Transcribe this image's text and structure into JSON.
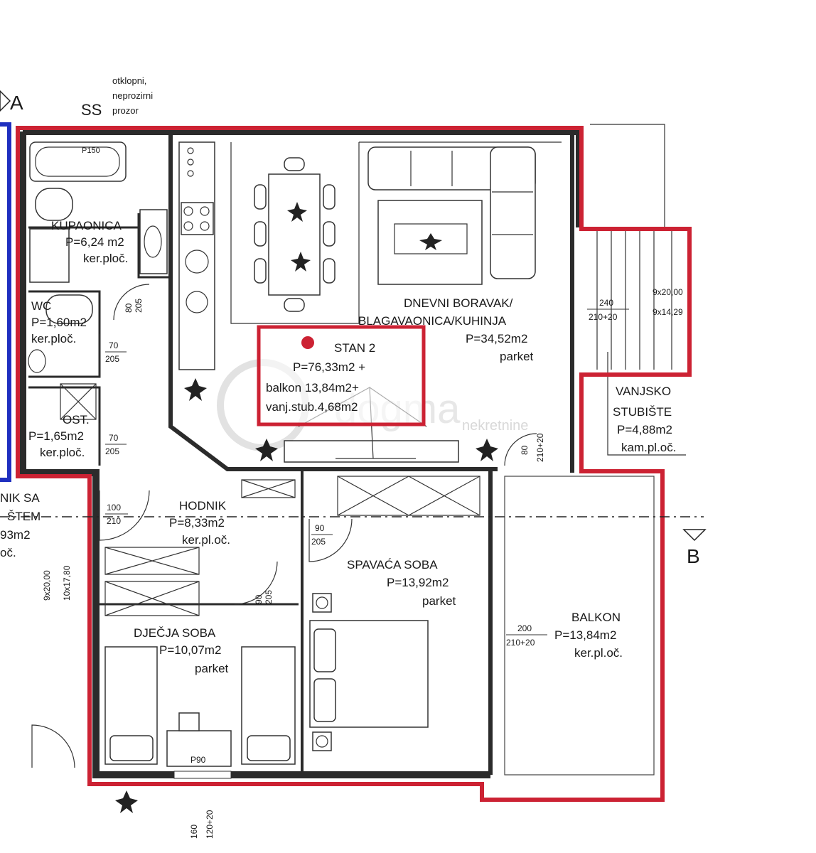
{
  "colors": {
    "apartment_outline": "#cc2233",
    "neighbor_outline": "#1f2fbf",
    "marker": "#cc2233",
    "walls": "#2b2b2b"
  },
  "window_note": [
    "otklopni,",
    "neprozirni",
    "prozor"
  ],
  "section_marks": {
    "a": "A",
    "b": "B"
  },
  "apartment_info": {
    "title": "STAN 2",
    "line1": "P=76,33m2 +",
    "line2": "balkon 13,84m2+",
    "line3": "vanj.stub.4,68m2"
  },
  "rooms": {
    "kupaonica": {
      "name": "KUPAONICA",
      "area": "P=6,24 m2",
      "floor": "ker.ploč."
    },
    "wc": {
      "name": "WC",
      "area": "P=1,60m2",
      "floor": "ker.ploč."
    },
    "ost": {
      "name": "OST.",
      "area": "P=1,65m2",
      "floor": "ker.ploč."
    },
    "dnevni": {
      "name1": "DNEVNI BORAVAK/",
      "name2": "BLAGAVAONICA/KUHINJA",
      "area": "P=34,52m2",
      "floor": "parket"
    },
    "vanjsko": {
      "name1": "VANJSKO",
      "name2": "STUBIŠTE",
      "area": "P=4,88m2",
      "floor": "kam.pl.oč."
    },
    "hodnik": {
      "name": "HODNIK",
      "area": "P=8,33m2",
      "floor": "ker.pl.oč."
    },
    "spavaca": {
      "name": "SPAVAĆA SOBA",
      "area": "P=13,92m2",
      "floor": "parket"
    },
    "djecja": {
      "name": "DJEČJA SOBA",
      "area": "P=10,07m2",
      "floor": "parket"
    },
    "balkon": {
      "name": "BALKON",
      "area": "P=13,84m2",
      "floor": "ker.pl.oč."
    },
    "neighbor": {
      "name1": "NIK SA",
      "name2": "ŠTEM",
      "area": "93m2",
      "floor": "oč."
    }
  },
  "fixtures": {
    "bath": "P150",
    "window_dc": "P90"
  },
  "dimensions": {
    "d_70_205_a": [
      "70",
      "205"
    ],
    "d_70_205_b": [
      "70",
      "205"
    ],
    "d_80_205": [
      "80",
      "205"
    ],
    "d_100_210": [
      "100",
      "210"
    ],
    "d_90_205_a": [
      "90",
      "205"
    ],
    "d_90_205_b": [
      "90",
      "205"
    ],
    "d_240": [
      "240",
      "210+20"
    ],
    "d_200": [
      "200",
      "210+20"
    ],
    "d_160": [
      "160",
      "120+20"
    ],
    "d_balcony_door": [
      "80",
      "210+20"
    ],
    "d_stair": [
      "9x20,00",
      "10x17,80"
    ],
    "d_stair2": [
      "9x20,00",
      "9x14,29"
    ]
  },
  "watermark": {
    "brand": "dogma",
    "sub": "nekretnine"
  }
}
